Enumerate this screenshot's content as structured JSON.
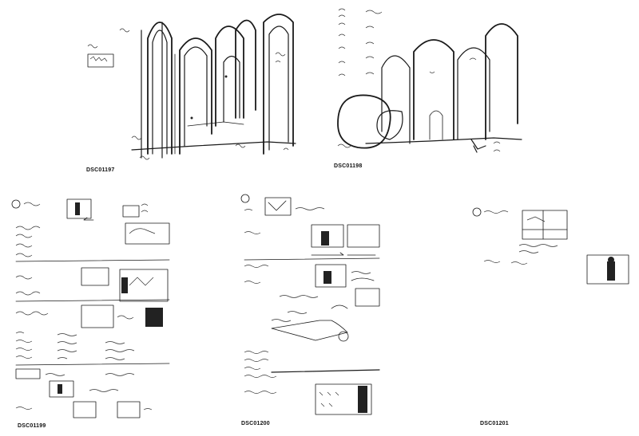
{
  "sheets": [
    {
      "caption": "DSC01197"
    },
    {
      "caption": "DSC01198"
    },
    {
      "caption": "DSC01199"
    },
    {
      "caption": "DSC01200"
    },
    {
      "caption": "DSC01201"
    }
  ],
  "colors": {
    "ink": "#1a1a1a",
    "paper": "#ffffff"
  }
}
